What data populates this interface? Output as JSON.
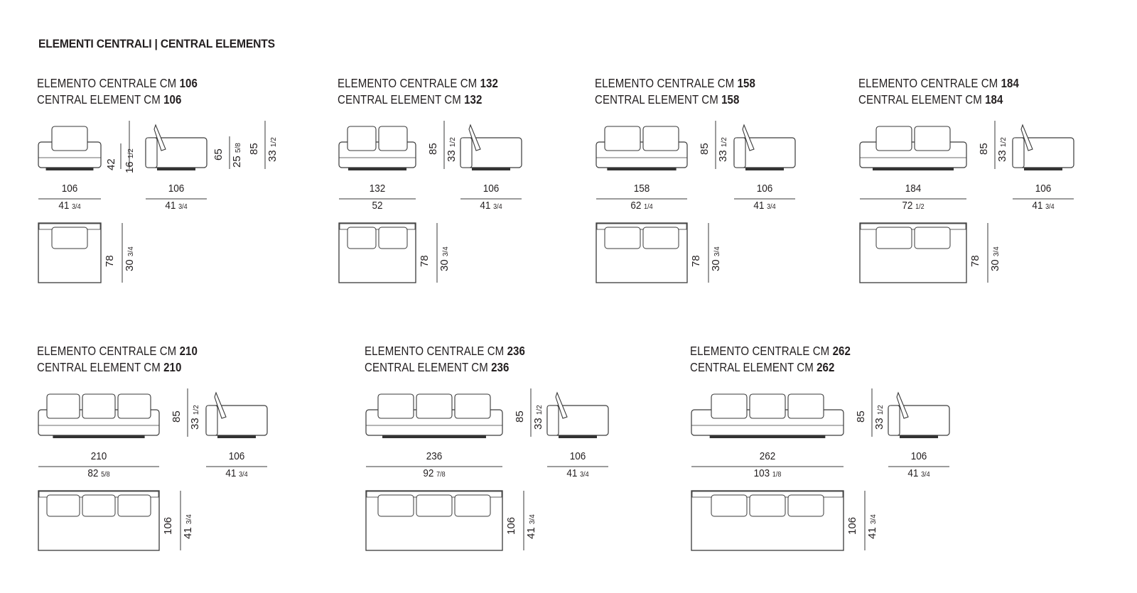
{
  "title": "ELEMENTI CENTRALI | CENTRAL ELEMENTS",
  "elements": [
    {
      "it_prefix": "ELEMENTO CENTRALE CM",
      "en_prefix": "CENTRAL ELEMENT CM",
      "size": "106",
      "width_cm": "106",
      "width_in_whole": "41",
      "width_in_frac": "3/4",
      "cushions": 1,
      "depth_cm": "106",
      "depth_in_whole": "41",
      "depth_in_frac": "3/4",
      "seat_h_cm": "42",
      "seat_h_in_whole": "16",
      "seat_h_in_frac": "1/2",
      "arm_h_cm": "65",
      "arm_h_in_whole": "25",
      "arm_h_in_frac": "5/8",
      "back_h_cm": "85",
      "back_h_in_whole": "33",
      "back_h_in_frac": "1/2",
      "plan_d_cm": "78",
      "plan_d_in_whole": "30",
      "plan_d_in_frac": "3/4"
    },
    {
      "it_prefix": "ELEMENTO CENTRALE CM",
      "en_prefix": "CENTRAL ELEMENT CM",
      "size": "132",
      "width_cm": "132",
      "width_in_whole": "52",
      "width_in_frac": "",
      "cushions": 2,
      "depth_cm": "106",
      "depth_in_whole": "41",
      "depth_in_frac": "3/4",
      "back_h_cm": "85",
      "back_h_in_whole": "33",
      "back_h_in_frac": "1/2",
      "plan_d_cm": "78",
      "plan_d_in_whole": "30",
      "plan_d_in_frac": "3/4"
    },
    {
      "it_prefix": "ELEMENTO CENTRALE CM",
      "en_prefix": "CENTRAL ELEMENT CM",
      "size": "158",
      "width_cm": "158",
      "width_in_whole": "62",
      "width_in_frac": "1/4",
      "cushions": 2,
      "depth_cm": "106",
      "depth_in_whole": "41",
      "depth_in_frac": "3/4",
      "back_h_cm": "85",
      "back_h_in_whole": "33",
      "back_h_in_frac": "1/2",
      "plan_d_cm": "78",
      "plan_d_in_whole": "30",
      "plan_d_in_frac": "3/4"
    },
    {
      "it_prefix": "ELEMENTO CENTRALE CM",
      "en_prefix": "CENTRAL ELEMENT CM",
      "size": "184",
      "width_cm": "184",
      "width_in_whole": "72",
      "width_in_frac": "1/2",
      "cushions": 2,
      "depth_cm": "106",
      "depth_in_whole": "41",
      "depth_in_frac": "3/4",
      "back_h_cm": "85",
      "back_h_in_whole": "33",
      "back_h_in_frac": "1/2",
      "plan_d_cm": "78",
      "plan_d_in_whole": "30",
      "plan_d_in_frac": "3/4"
    },
    {
      "it_prefix": "ELEMENTO CENTRALE CM",
      "en_prefix": "CENTRAL ELEMENT CM",
      "size": "210",
      "width_cm": "210",
      "width_in_whole": "82",
      "width_in_frac": "5/8",
      "cushions": 3,
      "depth_cm": "106",
      "depth_in_whole": "41",
      "depth_in_frac": "3/4",
      "back_h_cm": "85",
      "back_h_in_whole": "33",
      "back_h_in_frac": "1/2",
      "plan_d_cm": "106",
      "plan_d_in_whole": "41",
      "plan_d_in_frac": "3/4"
    },
    {
      "it_prefix": "ELEMENTO CENTRALE CM",
      "en_prefix": "CENTRAL ELEMENT CM",
      "size": "236",
      "width_cm": "236",
      "width_in_whole": "92",
      "width_in_frac": "7/8",
      "cushions": 3,
      "depth_cm": "106",
      "depth_in_whole": "41",
      "depth_in_frac": "3/4",
      "back_h_cm": "85",
      "back_h_in_whole": "33",
      "back_h_in_frac": "1/2",
      "plan_d_cm": "106",
      "plan_d_in_whole": "41",
      "plan_d_in_frac": "3/4"
    },
    {
      "it_prefix": "ELEMENTO CENTRALE CM",
      "en_prefix": "CENTRAL ELEMENT CM",
      "size": "262",
      "width_cm": "262",
      "width_in_whole": "103",
      "width_in_frac": "1/8",
      "cushions": 3,
      "depth_cm": "106",
      "depth_in_whole": "41",
      "depth_in_frac": "3/4",
      "back_h_cm": "85",
      "back_h_in_whole": "33",
      "back_h_in_frac": "1/2",
      "plan_d_cm": "106",
      "plan_d_in_whole": "41",
      "plan_d_in_frac": "3/4"
    }
  ]
}
